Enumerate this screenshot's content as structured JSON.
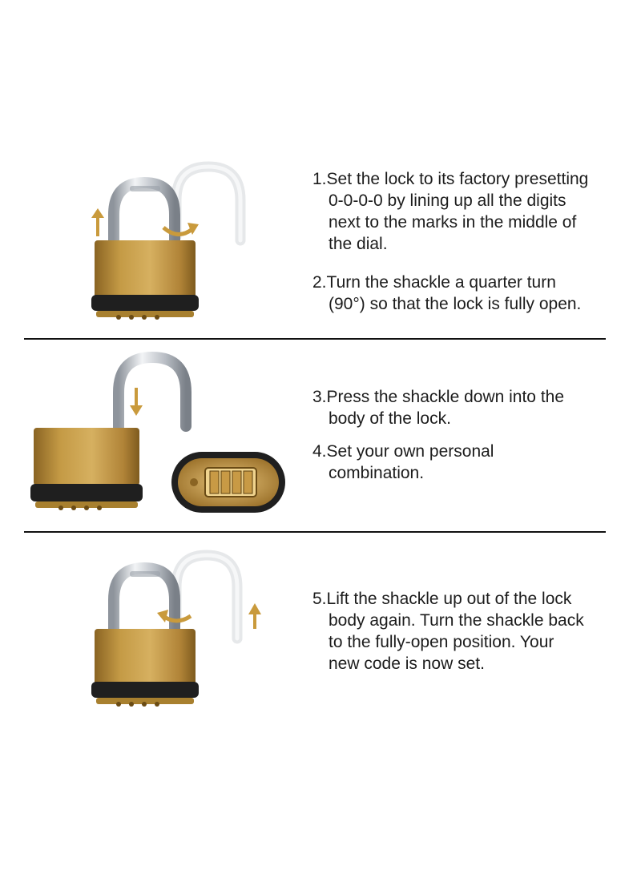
{
  "colors": {
    "brass": "#b98d3a",
    "brass_light": "#d8b565",
    "brass_dark": "#7f5d1f",
    "steel": "#c8ccd2",
    "rubber": "#1f1f1f",
    "arrow": "#c99a3c",
    "text": "#1c1c1c",
    "divider": "#111111"
  },
  "icons": {
    "lock_closed": "padlock-closed-icon",
    "lock_open": "padlock-open-icon",
    "dial": "combination-dial-icon",
    "arrow_up": "arrow-up-icon",
    "arrow_down": "arrow-down-icon",
    "rotate": "rotate-arrow-icon"
  },
  "steps": [
    {
      "number": "1.",
      "lines": [
        "Set the lock to its factory presetting",
        "0-0-0-0 by lining up all the digits",
        "next  to the marks in the middle of",
        "the dial."
      ]
    },
    {
      "number": "2.",
      "lines": [
        "Turn the shackle a quarter turn",
        "(90°) so that the lock is fully open."
      ]
    },
    {
      "number": "3.",
      "lines": [
        "Press the shackle down into the",
        "body of the lock."
      ]
    },
    {
      "number": "4.",
      "lines": [
        "Set your own personal",
        "combination."
      ]
    },
    {
      "number": "5.",
      "lines": [
        "Lift the shackle up out of the lock",
        "body again. Turn the shackle back",
        "to the fully-open position. Your",
        "new code is now set."
      ]
    }
  ]
}
